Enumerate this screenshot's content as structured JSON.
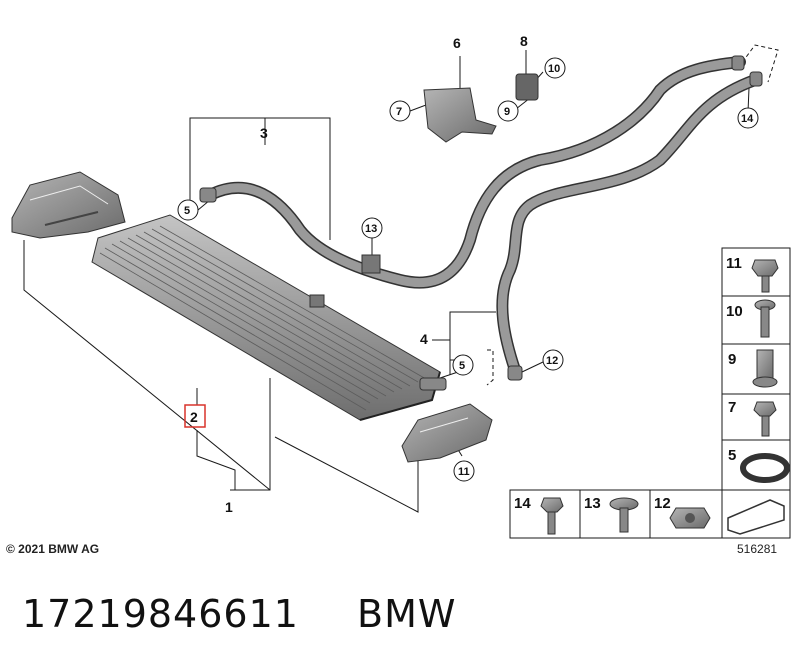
{
  "labels": {
    "p1": "1",
    "p2": "2",
    "p3": "3",
    "p4": "4",
    "p5a": "5",
    "p5b": "5",
    "p6": "6",
    "p7": "7",
    "p8": "8",
    "p9": "9",
    "p10": "10",
    "p11": "11",
    "p12": "12",
    "p13": "13",
    "p14": "14"
  },
  "table": {
    "r11": "11",
    "r10": "10",
    "r9": "9",
    "r7": "7",
    "r5": "5",
    "b14": "14",
    "b13": "13",
    "b12": "12"
  },
  "copyright": "© 2021 BMW AG",
  "doc_number": "516281",
  "footer": {
    "part_number": "17219846611",
    "brand": "BMW"
  },
  "colors": {
    "highlight": "#d9332b",
    "line": "#1a1a1a",
    "part": "#8a8a8a"
  }
}
